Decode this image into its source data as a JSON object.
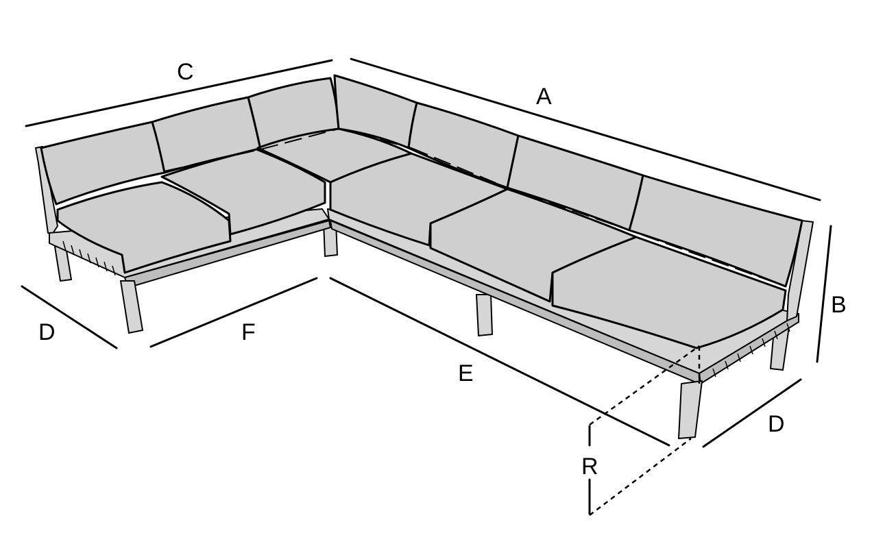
{
  "labels": {
    "a": "A",
    "b": "B",
    "c": "C",
    "d_left": "D",
    "d_right": "D",
    "e": "E",
    "f": "F",
    "r": "R"
  },
  "colors": {
    "cushion": "#cfcfcf",
    "frame": "#d6d6d6",
    "line": "#000000",
    "background": "#ffffff"
  }
}
